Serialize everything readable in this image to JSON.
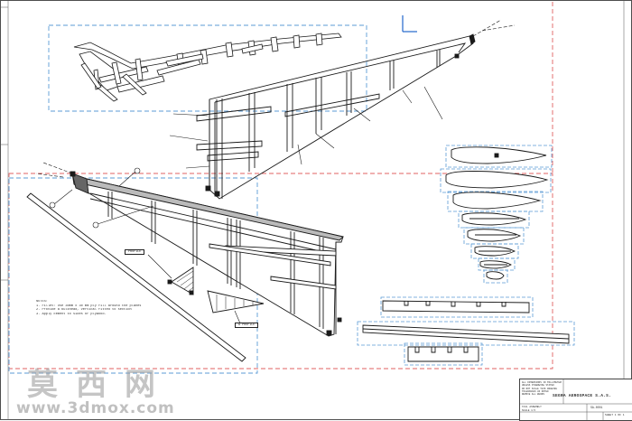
{
  "notes": {
    "heading": "NOTES:",
    "lines": [
      "1. Fillet: Use 30mm x 30 mm ply fill around the planes",
      "2. Provide a bulkhead, vertical fitted to section",
      "3. Apply cement to sides or plywood."
    ]
  },
  "callouts": {
    "detail_a": "PROFILE",
    "detail_b": "A PROFILE"
  },
  "title_block": {
    "company": "SEGRA AEROSPACE S.A.S.",
    "left_lines": [
      "ALL DIMENSIONS IN MILLIMETERS",
      "UNLESS OTHERWISE STATED",
      "DO NOT SCALE THIS DRAWING",
      "TOLERANCES AS NOTED",
      "REMOVE ALL BURRS"
    ],
    "mid_lines": [
      "TAIL ASSEMBLY",
      "SCALE 1:5"
    ],
    "drawing_no": "SA-0001",
    "sheet": "SHEET 1 OF 1"
  },
  "watermark": {
    "text": "莫西网",
    "url": "www.3dmox.com"
  },
  "colors": {
    "line": "#1a1a1a",
    "frame_red": "#e06060",
    "frame_blue": "#5b9bd5",
    "axis": "#2266cc"
  }
}
